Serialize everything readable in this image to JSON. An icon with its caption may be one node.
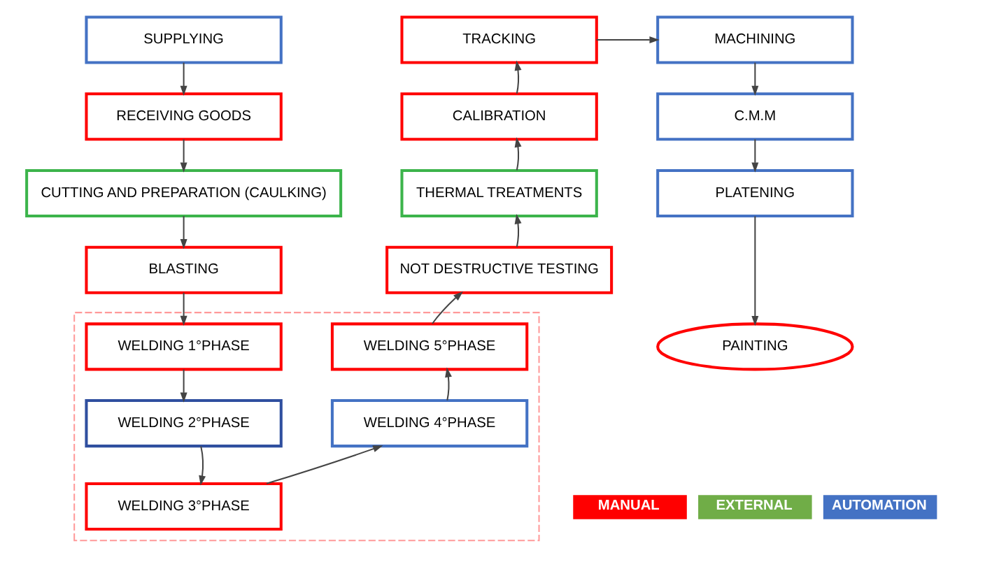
{
  "diagram": {
    "nodes": [
      {
        "text": [
          "SUPPLYING"
        ]
      },
      {
        "text": [
          "RECEIVING GOODS"
        ]
      },
      {
        "text": [
          "CUTTING AND PREPARATION (CAULKING)"
        ]
      },
      {
        "text": [
          "BLASTING"
        ]
      },
      {
        "text": [],
        "shape": "box"
      },
      {
        "text": [
          "WELDING 1°PHASE"
        ],
        "in": 4
      },
      {
        "text": [
          "WELDING 2°PHASE"
        ],
        "in": 4
      },
      {
        "text": [
          "WELDING 3°PHASE"
        ],
        "in": 4
      },
      {
        "text": [
          "WELDING 4°PHASE"
        ],
        "in": 4
      },
      {
        "text": [
          "WELDING 5°PHASE"
        ],
        "in": 4
      },
      {
        "text": [
          "NOT DESTRUCTIVE TESTING"
        ]
      },
      {
        "text": [
          "THERMAL TREATMENTS"
        ]
      },
      {
        "text": [
          "CALIBRATION"
        ]
      },
      {
        "text": [
          "TRACKING"
        ]
      },
      {
        "text": [
          "MACHINING"
        ]
      },
      {
        "text": [
          "C.M.M"
        ]
      },
      {
        "text": [
          "PLATENING"
        ]
      },
      {
        "text": [
          "PAINTING"
        ]
      }
    ],
    "edges": [
      {
        "from": 0,
        "to": 1,
        "arrow": "to"
      },
      {
        "from": 1,
        "to": 2,
        "arrow": "to"
      },
      {
        "from": 2,
        "to": 3,
        "arrow": "to"
      },
      {
        "from": 3,
        "to": 5,
        "arrow": "to"
      },
      {
        "from": 5,
        "to": 6,
        "arrow": "to"
      },
      {
        "from": 6,
        "to": 7,
        "arrow": "to"
      },
      {
        "from": 7,
        "to": 8,
        "arrow": "to"
      },
      {
        "from": 8,
        "to": 9,
        "arrow": "to"
      },
      {
        "from": 9,
        "to": 10,
        "arrow": "to"
      },
      {
        "from": 10,
        "to": 11,
        "arrow": "to"
      },
      {
        "from": 11,
        "to": 12,
        "arrow": "to"
      },
      {
        "from": 12,
        "to": 13,
        "arrow": "to"
      },
      {
        "from": 13,
        "to": 14,
        "arrow": "to"
      },
      {
        "from": 14,
        "to": 15,
        "arrow": "to"
      },
      {
        "from": 15,
        "to": 16,
        "arrow": "to"
      },
      {
        "from": 16,
        "to": 17,
        "arrow": "to"
      }
    ],
    "legend": [
      {
        "text": "MANUAL",
        "color": "#ff0000"
      },
      {
        "text": "EXTERNAL",
        "color": "#70ad47"
      },
      {
        "text": "AUTOMATION",
        "color": "#4472c4"
      }
    ]
  }
}
